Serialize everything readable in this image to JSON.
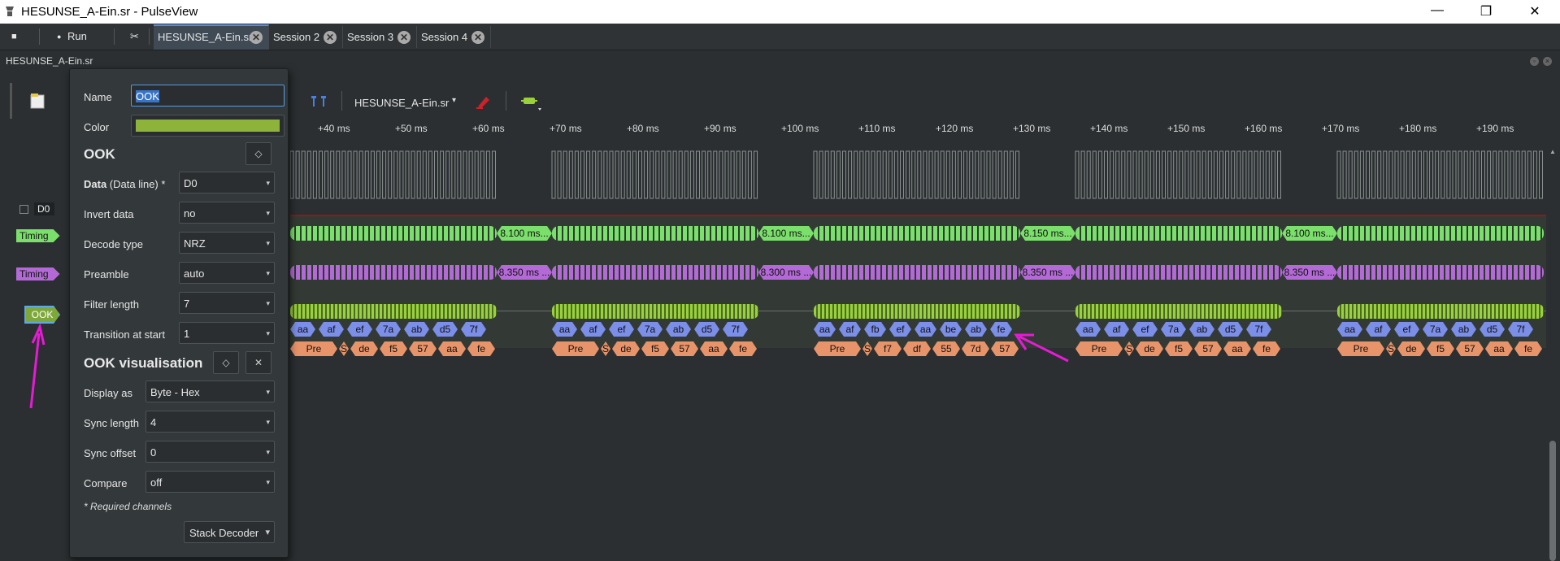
{
  "window": {
    "title": "HESUNSE_A-Ein.sr - PulseView",
    "minimize_icon": "—",
    "maximize_icon": "❐",
    "close_icon": "✕"
  },
  "tabbar": {
    "stop_icon": "■",
    "run_label": "Run",
    "run_icon": "●",
    "tool_icon": "✂",
    "tabs": [
      {
        "label": "HESUNSE_A-Ein.sr",
        "active": true
      },
      {
        "label": "Session 2"
      },
      {
        "label": "Session 3"
      },
      {
        "label": "Session 4"
      }
    ],
    "close_glyph": "✕"
  },
  "session_label": "HESUNSE_A-Ein.sr",
  "toolbar": {
    "device_label": "HESUNSE_A-Ein.sr",
    "device_arrow": "▾"
  },
  "ruler": {
    "ticks": [
      "+40 ms",
      "+50 ms",
      "+60 ms",
      "+70 ms",
      "+80 ms",
      "+90 ms",
      "+100 ms",
      "+110 ms",
      "+120 ms",
      "+130 ms",
      "+140 ms",
      "+150 ms",
      "+160 ms",
      "+170 ms",
      "+180 ms",
      "+190 ms"
    ]
  },
  "tracks": {
    "d0": "D0",
    "timing1": "Timing",
    "timing2": "Timing",
    "ook": "OOK"
  },
  "timing_labels_green": [
    "8.100 ms...",
    "8.100 ms...",
    "8.150 ms...",
    "8.100 ms..."
  ],
  "timing_labels_purple": [
    "8.350 ms ...",
    "8.300 ms ...",
    "8.350 ms ...",
    "8.350 ms ..."
  ],
  "packets": [
    {
      "hex": [
        "aa",
        "af",
        "ef",
        "7a",
        "ab",
        "d5",
        "7f"
      ],
      "fields": [
        "Pre",
        "S",
        "de",
        "f5",
        "57",
        "aa",
        "fe"
      ]
    },
    {
      "hex": [
        "aa",
        "af",
        "ef",
        "7a",
        "ab",
        "d5",
        "7f"
      ],
      "fields": [
        "Pre",
        "S",
        "de",
        "f5",
        "57",
        "aa",
        "fe"
      ]
    },
    {
      "hex": [
        "aa",
        "af",
        "fb",
        "ef",
        "aa",
        "be",
        "ab",
        "fe"
      ],
      "fields": [
        "Pre",
        "S",
        "f7",
        "df",
        "55",
        "7d",
        "57"
      ]
    },
    {
      "hex": [
        "aa",
        "af",
        "ef",
        "7a",
        "ab",
        "d5",
        "7f"
      ],
      "fields": [
        "Pre",
        "S",
        "de",
        "f5",
        "57",
        "aa",
        "fe"
      ]
    },
    {
      "hex": [
        "aa",
        "af",
        "ef",
        "7a",
        "ab",
        "d5",
        "7f"
      ],
      "fields": [
        "Pre",
        "S",
        "de",
        "f5",
        "57",
        "aa",
        "fe"
      ]
    }
  ],
  "dialog": {
    "name_label": "Name",
    "name_value": "OOK",
    "color_label": "Color",
    "color_value": "#8db33a",
    "section1_title": "OOK",
    "eye_icon": "◇",
    "data_label_bold": "Data",
    "data_label_rest": " (Data line) *",
    "fields1": [
      {
        "label": "Data (Data line) *",
        "value": "D0"
      },
      {
        "label": "Invert data",
        "value": "no"
      },
      {
        "label": "Decode type",
        "value": "NRZ"
      },
      {
        "label": "Preamble",
        "value": "auto"
      },
      {
        "label": "Filter length",
        "value": "7"
      },
      {
        "label": "Transition at start",
        "value": "1"
      }
    ],
    "section2_title": "OOK visualisation",
    "close_icon": "✕",
    "fields2": [
      {
        "label": "Display as",
        "value": "Byte - Hex"
      },
      {
        "label": "Sync length",
        "value": "4"
      },
      {
        "label": "Sync offset",
        "value": "0"
      },
      {
        "label": "Compare",
        "value": "off"
      }
    ],
    "required_note": "* Required channels",
    "stack_button": "Stack Decoder",
    "stack_arrow": "▾",
    "combo_arrow": "▾"
  },
  "colors": {
    "green": "#7be06b",
    "purple": "#b36ad6",
    "hex_blue": "#7b8ee8",
    "field_orange": "#e8946a",
    "annotation_magenta": "#e81ad8"
  }
}
